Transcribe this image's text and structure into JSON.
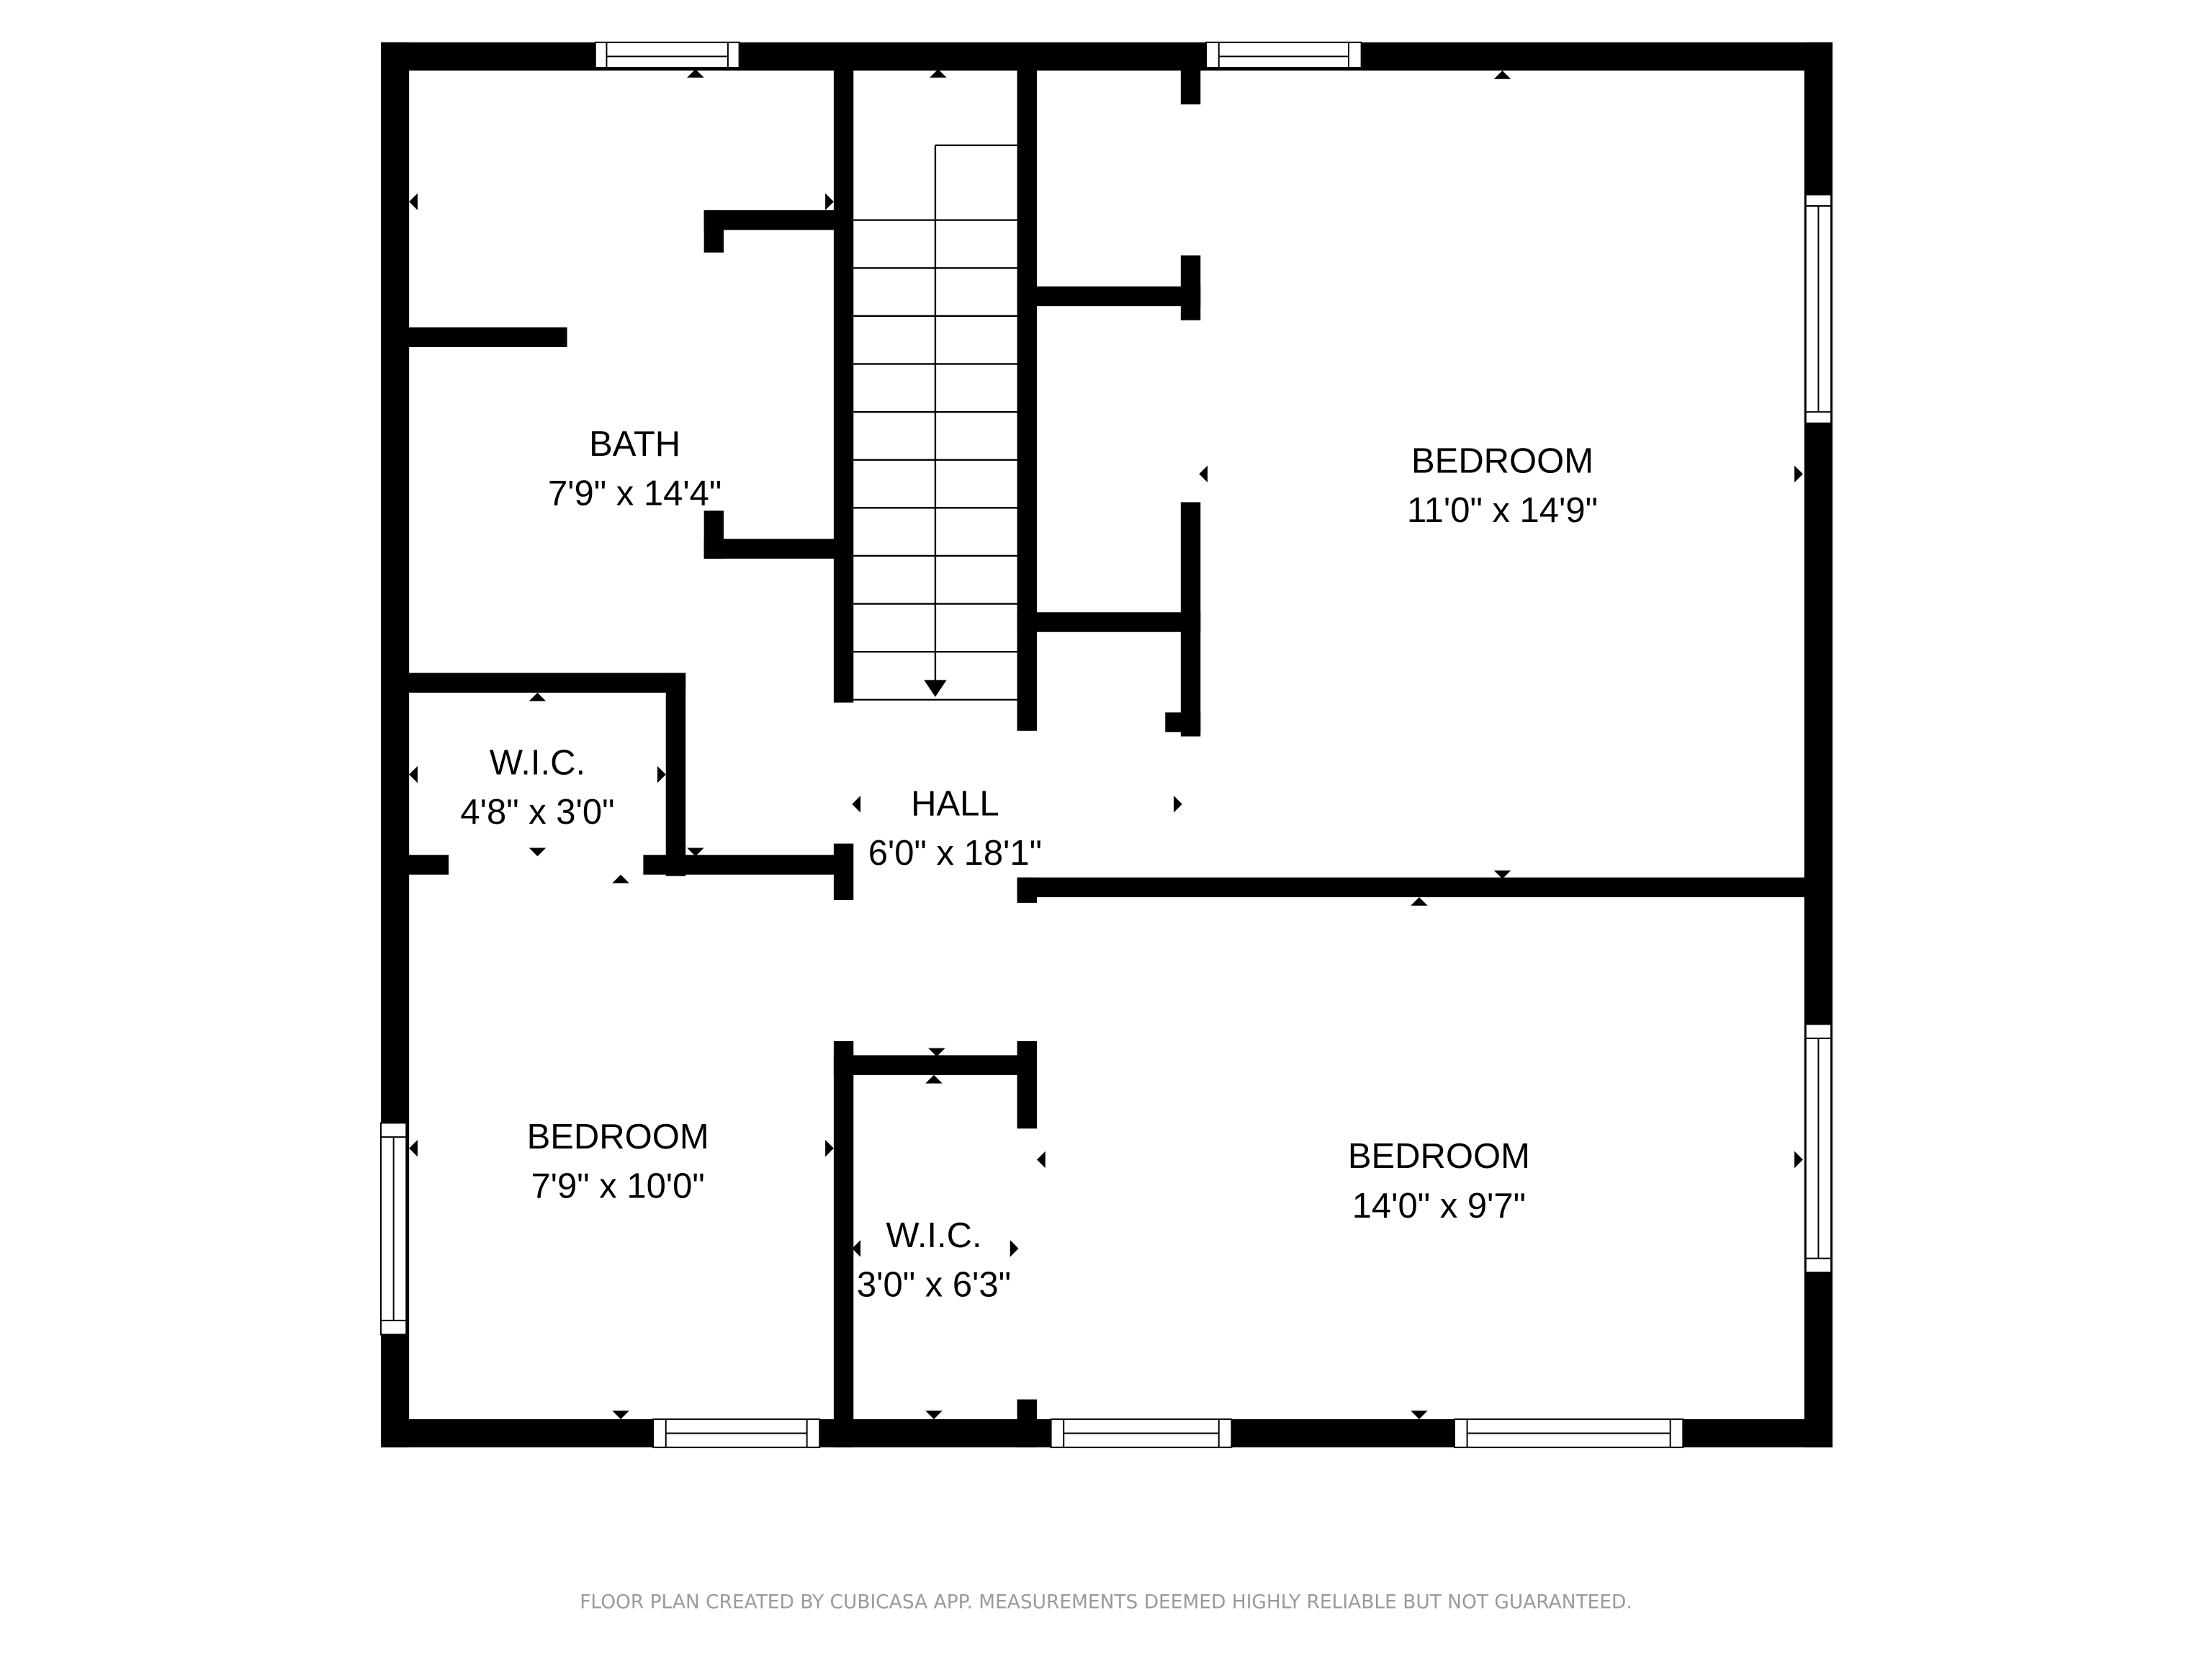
{
  "floorplan": {
    "rooms": [
      {
        "id": "bath",
        "name": "BATH",
        "dims": "7'9\" x 14'4\""
      },
      {
        "id": "wic1",
        "name": "W.I.C.",
        "dims": "4'8\" x 3'0\""
      },
      {
        "id": "hall",
        "name": "HALL",
        "dims": "6'0\" x 18'1\""
      },
      {
        "id": "bed-ne",
        "name": "BEDROOM",
        "dims": "11'0\" x 14'9\""
      },
      {
        "id": "bed-sw",
        "name": "BEDROOM",
        "dims": "7'9\" x 10'0\""
      },
      {
        "id": "wic2",
        "name": "W.I.C.",
        "dims": "3'0\" x 6'3\""
      },
      {
        "id": "bed-se",
        "name": "BEDROOM",
        "dims": "14'0\" x 9'7\""
      }
    ],
    "wall_color": "#000000",
    "background_color": "#ffffff"
  },
  "footer": {
    "disclaimer": "FLOOR PLAN CREATED BY CUBICASA APP. MEASUREMENTS DEEMED HIGHLY RELIABLE BUT NOT GUARANTEED.",
    "color": "#9a9a9a"
  }
}
